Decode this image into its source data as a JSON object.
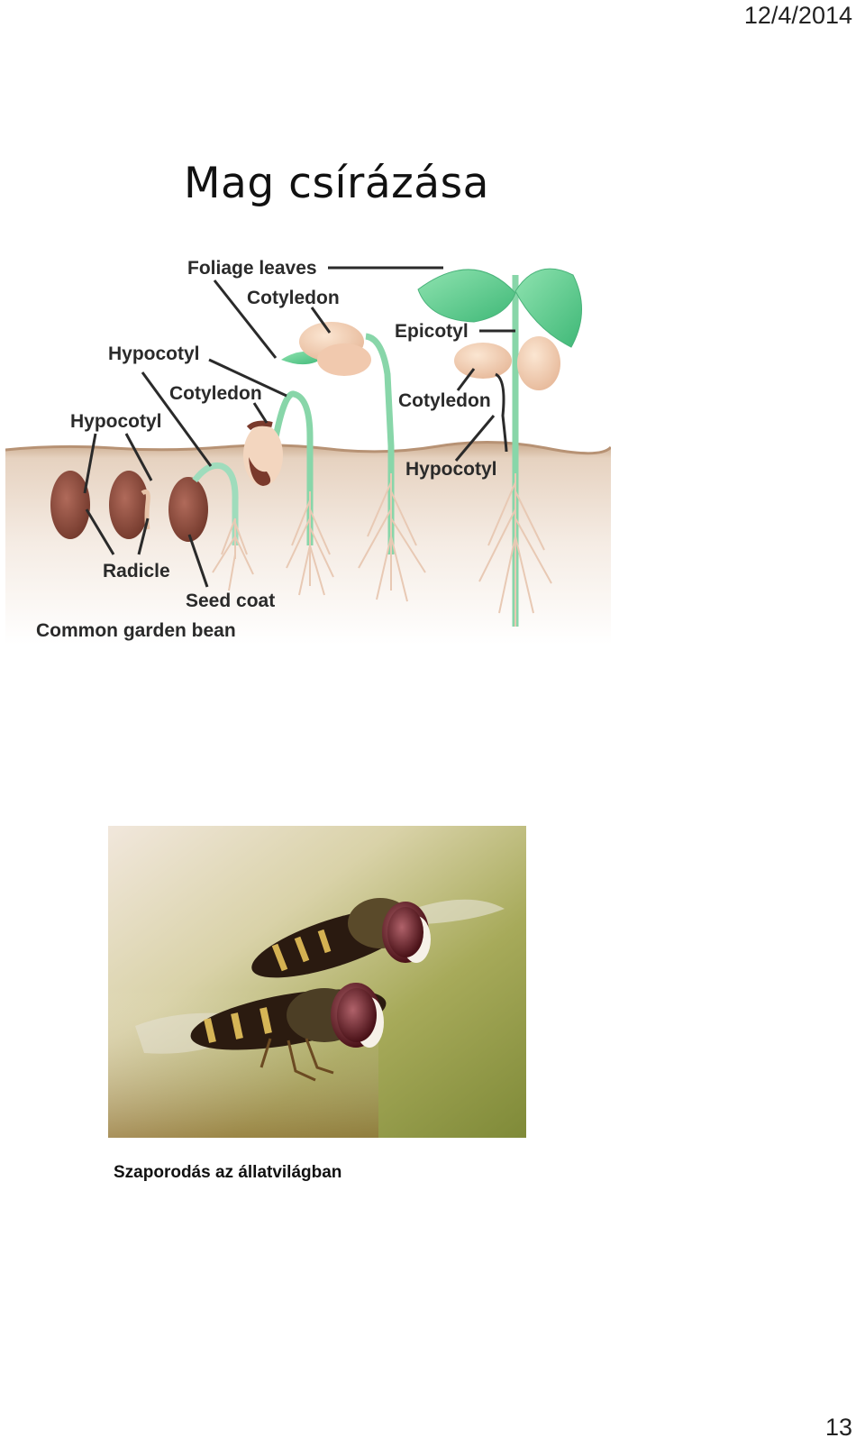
{
  "header": {
    "date": "12/4/2014"
  },
  "slide": {
    "title": "Mag csírázása"
  },
  "figure": {
    "labels": {
      "foliage_leaves": "Foliage leaves",
      "cotyledon_top": "Cotyledon",
      "epicotyl": "Epicotyl",
      "hypocotyl_upper": "Hypocotyl",
      "cotyledon_mid": "Cotyledon",
      "cotyledon_right": "Cotyledon",
      "hypocotyl_left": "Hypocotyl",
      "hypocotyl_right": "Hypocotyl",
      "radicle": "Radicle",
      "seed_coat": "Seed coat",
      "caption": "Common garden bean"
    }
  },
  "photo": {
    "caption": "Szaporodás az állatvilágban"
  },
  "footer": {
    "page_number": "13"
  }
}
